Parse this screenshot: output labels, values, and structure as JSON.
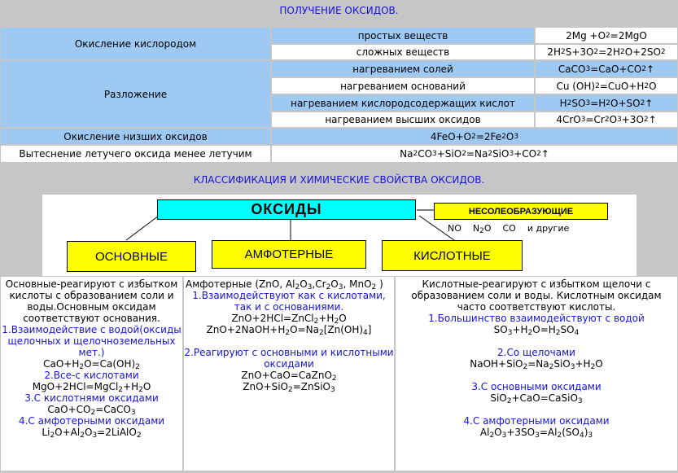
{
  "section1": {
    "title": "ПОЛУЧЕНИЕ ОКСИДОВ.",
    "rows": {
      "oxygen": {
        "method": "Окисление кислородом",
        "simple": "простых веществ",
        "simple_eq": "2Mg +O₂=2MgO",
        "complex": "сложных веществ",
        "complex_eq": "2H₂S+3O₂=2H₂O+2SO₂"
      },
      "decomposition": {
        "method": "Разложение",
        "salts": "нагреванием солей",
        "salts_eq": "CaCO₃=CaO+CO₂↑",
        "bases": "нагреванием оснований",
        "bases_eq": "Cu (OH)₂=CuO+H₂O",
        "acids": "нагреванием кислородсодержащих кислот",
        "acids_eq": "H₂SO₃=H₂O+SO₂↑",
        "higher": "нагреванием высших оксидов",
        "higher_eq": "4CrO₃=Cr₂O₃+3O₂↑"
      },
      "lower_oxidation": {
        "method": "Окисление низших оксидов",
        "eq": "4FeO+O₂=2Fe₂O₃"
      },
      "displacement": {
        "method": "Вытеснение летучего оксида менее летучим",
        "eq": "Na₂CO₃+SiO₂=Na₂SiO₃+CO₂↑"
      }
    }
  },
  "section2": {
    "title": "КЛАССИФИКАЦИЯ И ХИМИЧЕСКИЕ СВОЙСТВА ОКСИДОВ.",
    "diagram": {
      "root": "ОКСИДЫ",
      "non_salt": "НЕСОЛЕОБРАЗУЮЩИЕ",
      "non_salt_examples": "NO   N₂O   CO   и другие",
      "basic": "ОСНОВНЫЕ",
      "amphoteric": "АМФОТЕРНЫЕ",
      "acidic": "КИСЛОТНЫЕ"
    },
    "basic_col": {
      "intro": "Основные-реагируют с избытком кислоты с образованием соли и воды.Основным оксидам соответствуют основания.",
      "p1": "1.Взаимодействие с водой(оксиды щелочных и щелочноземельных мет.)",
      "eq1": "CaO+H₂O=Ca(OH)₂",
      "p2": "2.Все-с кислотами",
      "eq2": "MgO+2HCl=MgCl₂+H₂O",
      "p3": "3.С кислотнями оксидами",
      "eq3": "CaO+CO₂=CaCO₃",
      "p4": "4.С амфотерными оксидами",
      "eq4": "Li₂O+Al₂O₃=2LiAlO₂"
    },
    "amph_col": {
      "intro": "Амфотерные (ZnO, Al₂O₃,Cr₂O₃, MnO₂ )",
      "p1": "1.Взаимодействуют как с кислотами, так и с основаниями.",
      "eq1": "ZnO+2HCl=ZnCl₂+H₂O",
      "eq2": "ZnO+2NaOH+H₂O=Na₂[Zn(OH)₄]",
      "p2": "2.Реагируют с основными и кислотными оксидами",
      "eq3": "ZnO+CaO=CaZnO₂",
      "eq4": "ZnO+SiO₂=ZnSiO₃"
    },
    "acid_col": {
      "intro": "Кислотные-реагируют с избытком щелочи с образованием соли и воды. Кислотным оксидам часто соответствуют кислоты.",
      "p1": "1.Большинство взаимодействуют с водой",
      "eq1": "SO₃+H₂O=H₂SO₄",
      "p2": "2.Со щелочами",
      "eq2": "NaOH+SiO₂=Na₂SiO₃+H₂O",
      "p3": "3.С основными оксидами",
      "eq3": "SiO₂+CaO=CaSiO₃",
      "p4": "4.С амфотерными оксидами",
      "eq4": "Al₂O₃+3SO₃=Al₂(SO₄)₃"
    }
  }
}
